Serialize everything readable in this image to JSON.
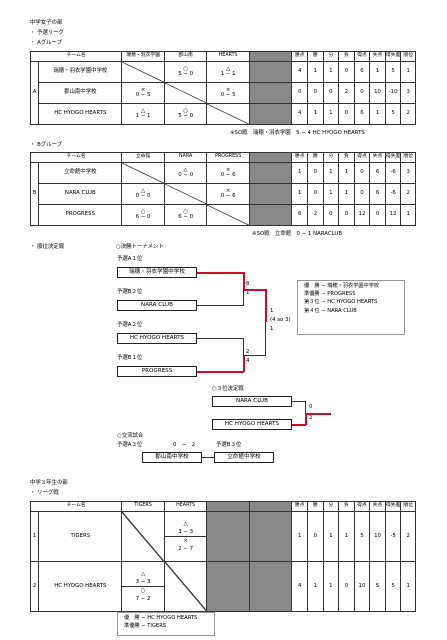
{
  "title": "中学女子の部",
  "prelim_label": "・ 予選リーグ",
  "groupA": {
    "label": "・ Aグループ",
    "headers": [
      "チーム名",
      "瑞穂・羽衣学園",
      "郡山南",
      "HEARTS",
      "勝点",
      "勝",
      "分",
      "負",
      "得点",
      "失点",
      "得失差",
      "順位"
    ],
    "pool": "A",
    "teams": [
      {
        "name": "瑞穂・羽衣学園中学校",
        "m": [
          null,
          {
            "s": "○",
            "sc": "5 − 0"
          },
          {
            "s": "△",
            "sc": "1 − 1"
          }
        ],
        "st": [
          "4",
          "1",
          "1",
          "0",
          "6",
          "1",
          "5",
          "1"
        ]
      },
      {
        "name": "郡山南中学校",
        "m": [
          {
            "s": "×",
            "sc": "0 − 5"
          },
          null,
          {
            "s": "×",
            "sc": "0 − 5"
          }
        ],
        "st": [
          "0",
          "0",
          "0",
          "2",
          "0",
          "10",
          "-10",
          "3"
        ]
      },
      {
        "name": "HC HYOGO HEARTS",
        "m": [
          {
            "s": "△",
            "sc": "1 − 1"
          },
          {
            "s": "○",
            "sc": "5 − 0"
          },
          null
        ],
        "st": [
          "4",
          "1",
          "1",
          "0",
          "6",
          "1",
          "5",
          "2"
        ]
      }
    ],
    "note": "※SO戦　瑞穂・羽衣学園　5 − 4  HC HYOGO HEARTS"
  },
  "groupB": {
    "label": "・ Bグループ",
    "headers": [
      "チーム名",
      "立命館",
      "NARA",
      "PROGRESS",
      "勝点",
      "勝",
      "分",
      "負",
      "得点",
      "失点",
      "得失差",
      "順位"
    ],
    "pool": "B",
    "teams": [
      {
        "name": "立命館中学校",
        "m": [
          null,
          {
            "s": "△",
            "sc": "0 − 0"
          },
          {
            "s": "×",
            "sc": "0 − 6"
          }
        ],
        "st": [
          "1",
          "0",
          "1",
          "1",
          "0",
          "6",
          "-6",
          "3"
        ]
      },
      {
        "name": "NARA CLUB",
        "m": [
          {
            "s": "△",
            "sc": "0 − 0"
          },
          null,
          {
            "s": "×",
            "sc": "0 − 6"
          }
        ],
        "st": [
          "1",
          "0",
          "1",
          "1",
          "0",
          "6",
          "-6",
          "2"
        ]
      },
      {
        "name": "PROGRESS",
        "m": [
          {
            "s": "○",
            "sc": "6 − 0"
          },
          {
            "s": "○",
            "sc": "6 − 0"
          },
          null
        ],
        "st": [
          "6",
          "2",
          "0",
          "0",
          "12",
          "0",
          "12",
          "1"
        ]
      }
    ],
    "note": "※SO戦　立命館　0 − 1  NARACLUB"
  },
  "ranking": {
    "label": "・ 順位決定戦",
    "bracket_label": "○決勝トーナメント",
    "slots": [
      {
        "seed": "予選A１位",
        "team": "瑞穂・羽衣学園中学校",
        "score": "8"
      },
      {
        "seed": "予選B２位",
        "team": "NARA CLUB",
        "score": "1"
      },
      {
        "seed": "予選A２位",
        "team": "HC HYOGO HEARTS",
        "score": "2"
      },
      {
        "seed": "予選B１位",
        "team": "PROGRESS",
        "score": "4"
      }
    ],
    "final_top": "1",
    "final_so": "(4 so 3)",
    "final_bottom": "1",
    "third_label": "○３位決定戦",
    "third": [
      {
        "team": "NARA CLUB",
        "score": "0"
      },
      {
        "team": "HC HYOGO HEARTS",
        "score": "2"
      }
    ],
    "exchange_label": "○交流試合",
    "exchange_left": "予選A３位",
    "exchange_score": "0　−　2",
    "exchange_right": "予選B３位",
    "exchange_team_left": "郡山南中学校",
    "exchange_team_right": "立命館中学校",
    "results": [
      "優　勝 − 瑞穂・羽衣学園中学校",
      "準優勝 − PROGRESS",
      "第３位 − HC HYOGO HEARTS",
      "第４位 − NARA CLUB"
    ]
  },
  "grade3": {
    "title": "中学３年生の部",
    "league_label": "・ リーグ戦",
    "headers": [
      "チーム名",
      "TIGERS",
      "HEARTS",
      "勝点",
      "勝",
      "分",
      "負",
      "得点",
      "失点",
      "得失差",
      "順位"
    ],
    "teams": [
      {
        "no": "1",
        "name": "TIGERS",
        "m": [
          null,
          {
            "s1": "△",
            "sc1": "3 − 3",
            "s2": "×",
            "sc2": "2 − 7"
          }
        ],
        "st": [
          "1",
          "0",
          "1",
          "1",
          "5",
          "10",
          "-5",
          "2"
        ]
      },
      {
        "no": "2",
        "name": "HC HYOGO HEARTS",
        "m": [
          {
            "s1": "△",
            "sc1": "3 − 3",
            "s2": "○",
            "sc2": "7 − 2"
          },
          null
        ],
        "st": [
          "4",
          "1",
          "1",
          "0",
          "10",
          "5",
          "5",
          "1"
        ]
      }
    ],
    "results": [
      "優　勝 − HC HYOGO HEARTS",
      "準優勝 − TIGERS"
    ]
  }
}
